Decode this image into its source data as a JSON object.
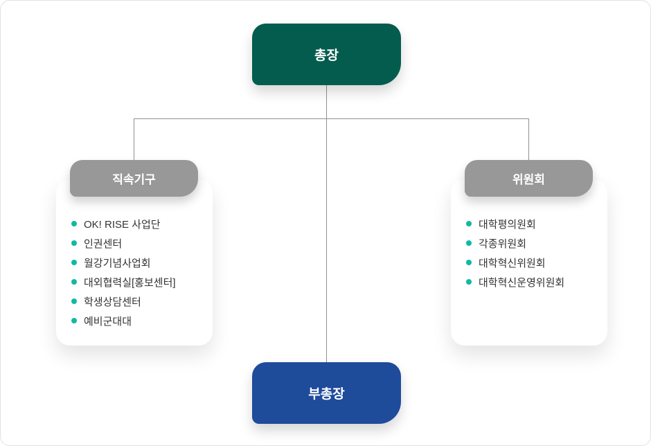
{
  "diagram": {
    "type": "org-chart",
    "nodes": {
      "president": "총장",
      "vice_president": "부총장"
    },
    "groups": [
      {
        "title": "직속기구",
        "items": [
          "OK! RISE 사업단",
          "인권센터",
          "월강기념사업회",
          "대외협력실[홍보센터]",
          "학생상담센터",
          "예비군대대"
        ]
      },
      {
        "title": "위원회",
        "items": [
          "대학평의원회",
          "각종위원회",
          "대학혁신위원회",
          "대학혁신운영위원회"
        ]
      }
    ],
    "colors": {
      "president_bg": "#045c4e",
      "vice_president_bg": "#1f4b9b",
      "group_header_bg": "#989898",
      "bullet": "#10b9a2",
      "connector": "#8f8f8f",
      "list_text": "#333333",
      "card_bg": "#ffffff",
      "canvas_border": "#e2e2e2"
    }
  }
}
